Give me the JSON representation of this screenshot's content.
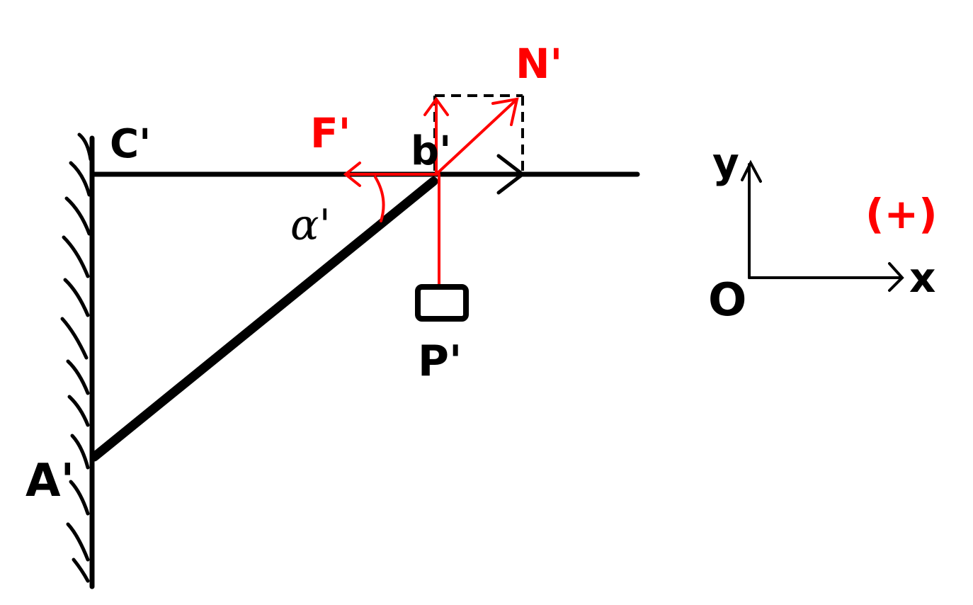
{
  "labels": {
    "c_point": "C'",
    "b_point": "b'",
    "a_point": "A'",
    "angle": "α'",
    "force_f": "F'",
    "force_n": "N'",
    "force_p": "P'",
    "axis_y": "y",
    "axis_x": "x",
    "origin": "O",
    "sign": "(+)"
  },
  "colors": {
    "structure": "#000000",
    "force": "#ff0000",
    "background": "#ffffff"
  }
}
